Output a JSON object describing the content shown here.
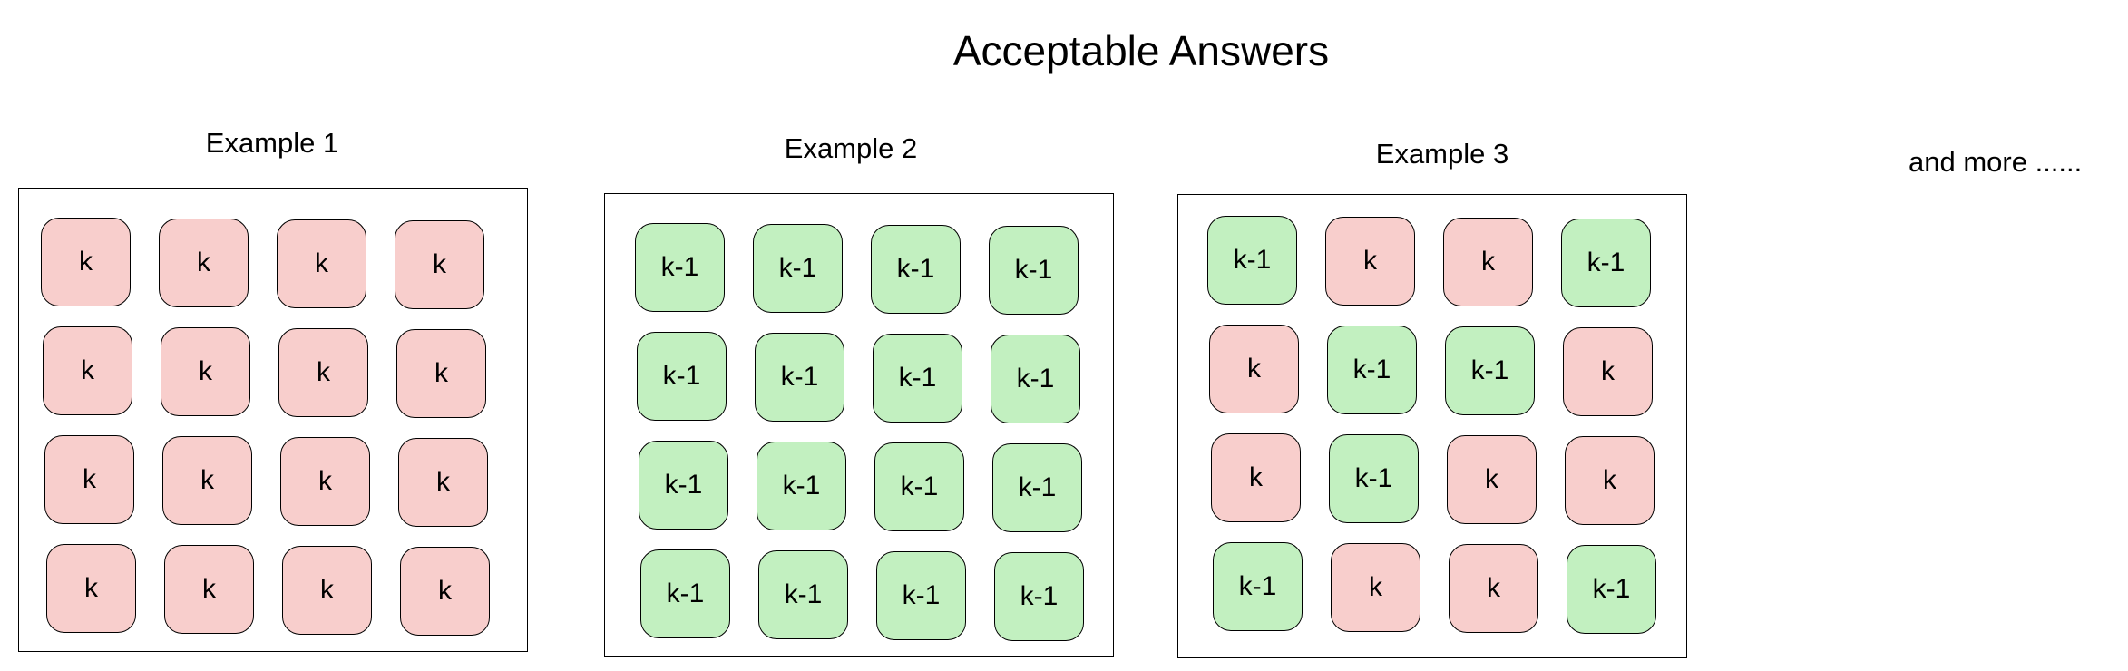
{
  "title": "Acceptable Answers",
  "colors": {
    "k": "#f8cecc",
    "k-1": "#c2f0c0"
  },
  "examples": [
    {
      "label": "Example 1",
      "grid": [
        [
          "k",
          "k",
          "k",
          "k"
        ],
        [
          "k",
          "k",
          "k",
          "k"
        ],
        [
          "k",
          "k",
          "k",
          "k"
        ],
        [
          "k",
          "k",
          "k",
          "k"
        ]
      ]
    },
    {
      "label": "Example 2",
      "grid": [
        [
          "k-1",
          "k-1",
          "k-1",
          "k-1"
        ],
        [
          "k-1",
          "k-1",
          "k-1",
          "k-1"
        ],
        [
          "k-1",
          "k-1",
          "k-1",
          "k-1"
        ],
        [
          "k-1",
          "k-1",
          "k-1",
          "k-1"
        ]
      ]
    },
    {
      "label": "Example 3",
      "grid": [
        [
          "k-1",
          "k",
          "k",
          "k-1"
        ],
        [
          "k",
          "k-1",
          "k-1",
          "k"
        ],
        [
          "k",
          "k-1",
          "k",
          "k"
        ],
        [
          "k-1",
          "k",
          "k",
          "k-1"
        ]
      ]
    }
  ],
  "more_text": "and more ......"
}
